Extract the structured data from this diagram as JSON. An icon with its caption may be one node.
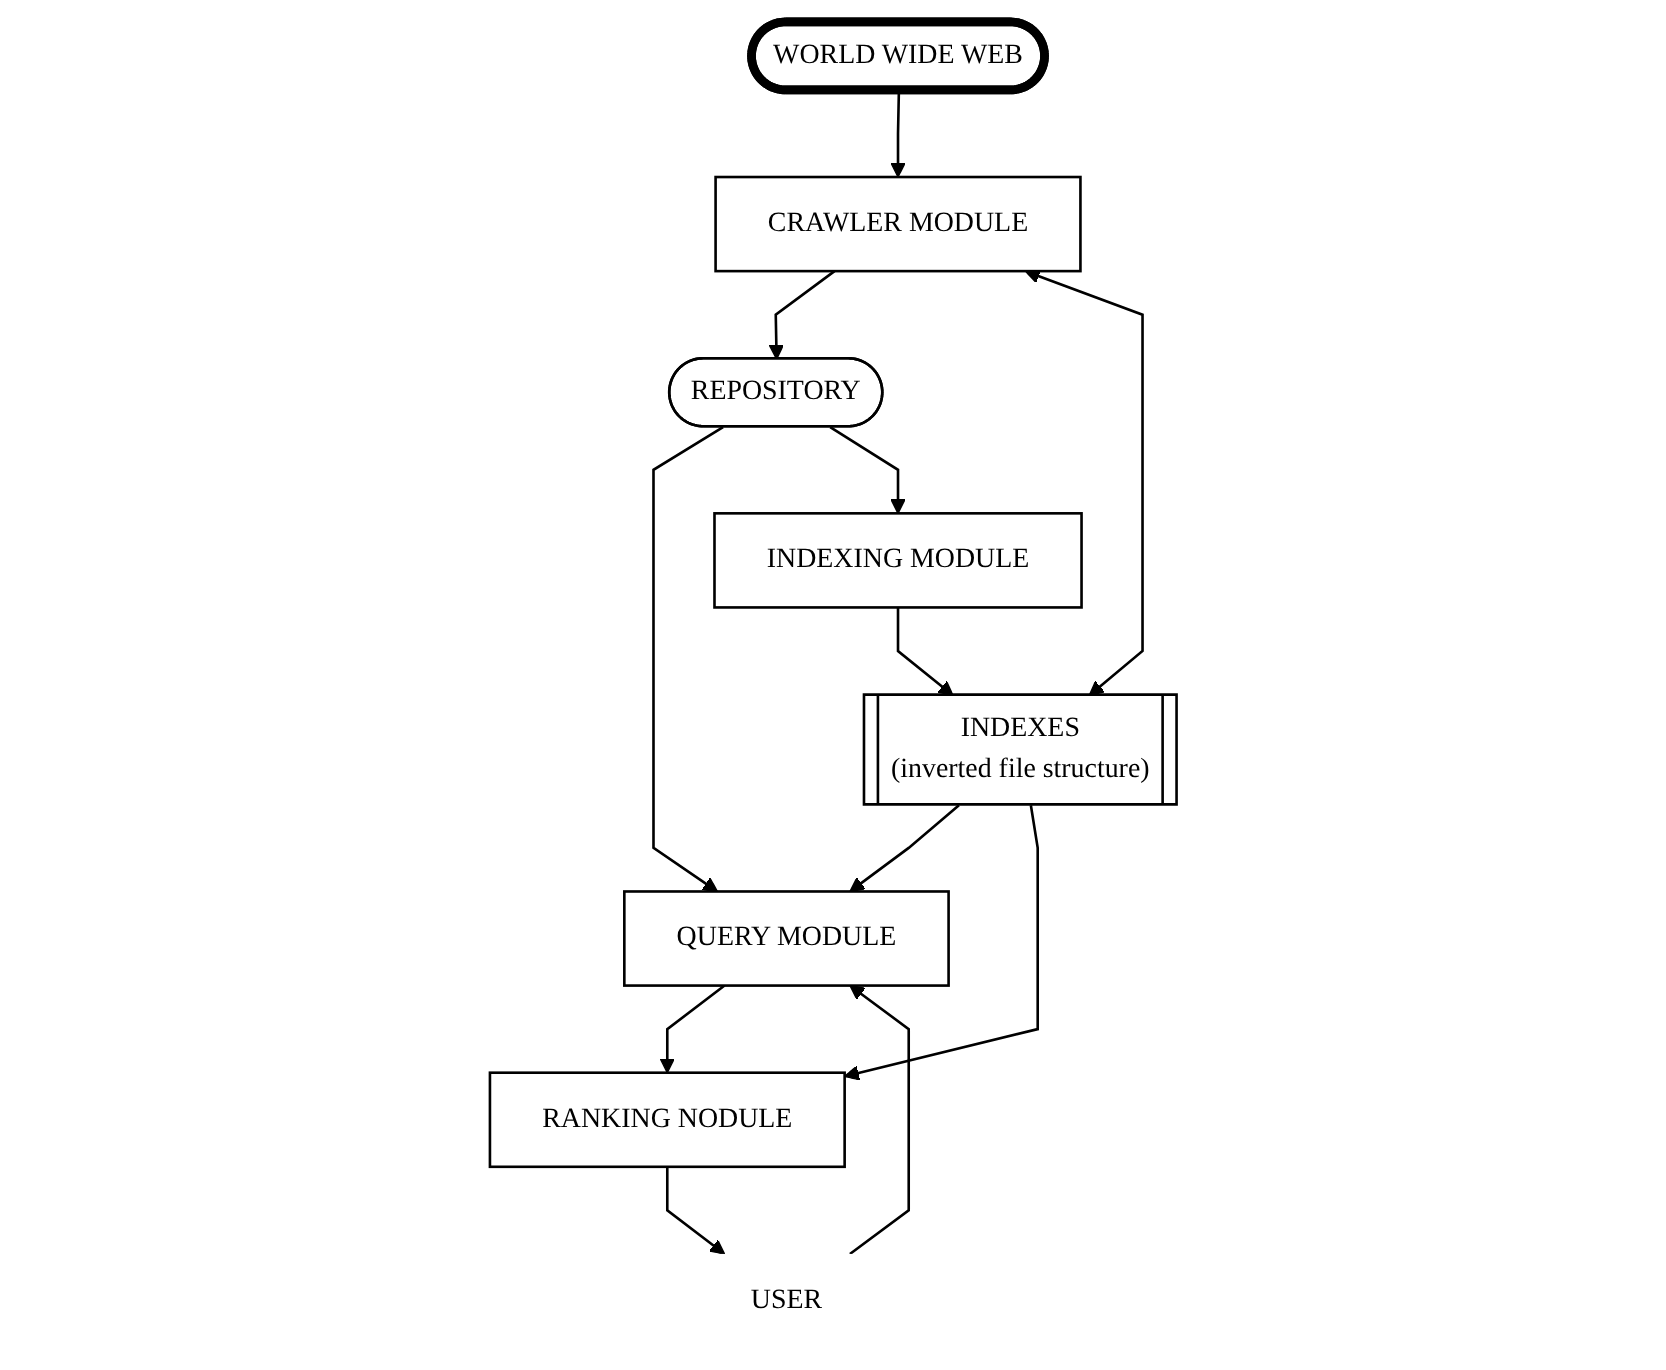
{
  "diagram": {
    "nodes": [
      {
        "text": [
          "WORLD WIDE WEB"
        ]
      },
      {
        "text": [
          "CRAWLER MODULE"
        ]
      },
      {
        "text": [
          "REPOSITORY"
        ]
      },
      {
        "text": [
          "QUERY MODULE"
        ]
      },
      {
        "text": [
          "INDEXING MODULE"
        ]
      },
      {
        "text": [
          "USER"
        ]
      },
      {
        "text": [
          "INDEXES",
          "(inverted file structure)"
        ]
      },
      {
        "text": [
          "RANKING NODULE"
        ]
      }
    ],
    "edges": [
      {
        "from": 0,
        "to": 1,
        "arrow": "to"
      },
      {
        "from": 1,
        "to": 2,
        "arrow": "to"
      },
      {
        "from": 2,
        "to": 3,
        "arrow": "to"
      },
      {
        "from": 2,
        "to": 4,
        "arrow": "to"
      },
      {
        "from": 1,
        "to": 6,
        "arrow": "both"
      },
      {
        "from": 4,
        "to": 6,
        "arrow": "to"
      },
      {
        "from": 5,
        "to": 3,
        "arrow": "to"
      },
      {
        "from": 3,
        "to": 7,
        "arrow": "to"
      },
      {
        "from": 7,
        "to": 5,
        "arrow": "to"
      },
      {
        "from": 6,
        "to": 3,
        "arrow": "to"
      },
      {
        "from": 6,
        "to": 7,
        "arrow": "to"
      }
    ]
  }
}
